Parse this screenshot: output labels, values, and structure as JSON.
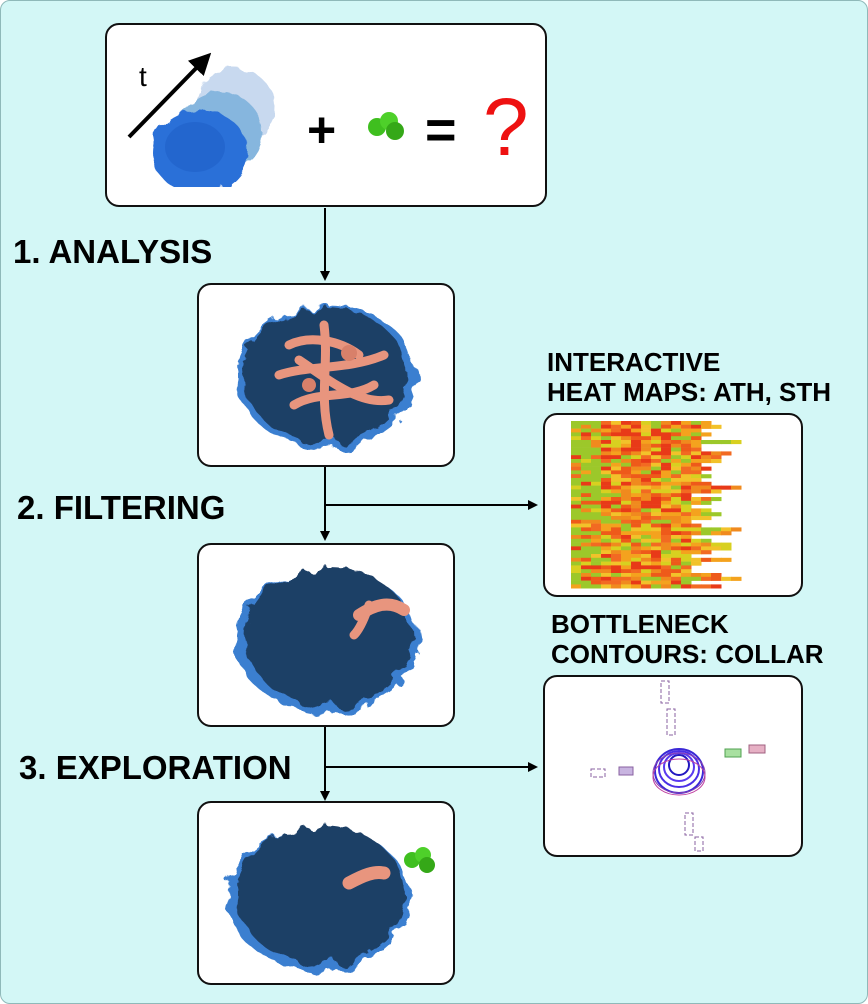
{
  "top": {
    "time_label": "t",
    "plus": "+",
    "equals": "=",
    "question": "?"
  },
  "steps": [
    {
      "label": "1. ANALYSIS"
    },
    {
      "label": "2. FILTERING"
    },
    {
      "label": "3. EXPLORATION"
    }
  ],
  "side_panels": {
    "heatmap": {
      "title_line1": "INTERACTIVE",
      "title_line2": "HEAT MAPS: ATH, STH"
    },
    "contours": {
      "title_line1": "BOTTLENECK",
      "title_line2": "CONTOURS: COLLAR"
    }
  },
  "colors": {
    "background": "#d3f7f6",
    "protein_dark": "#1f3f66",
    "protein_edge": "#3a7fd0",
    "tunnel": "#e8957e",
    "ligand": "#3fbf1f",
    "question": "#ee1111"
  }
}
